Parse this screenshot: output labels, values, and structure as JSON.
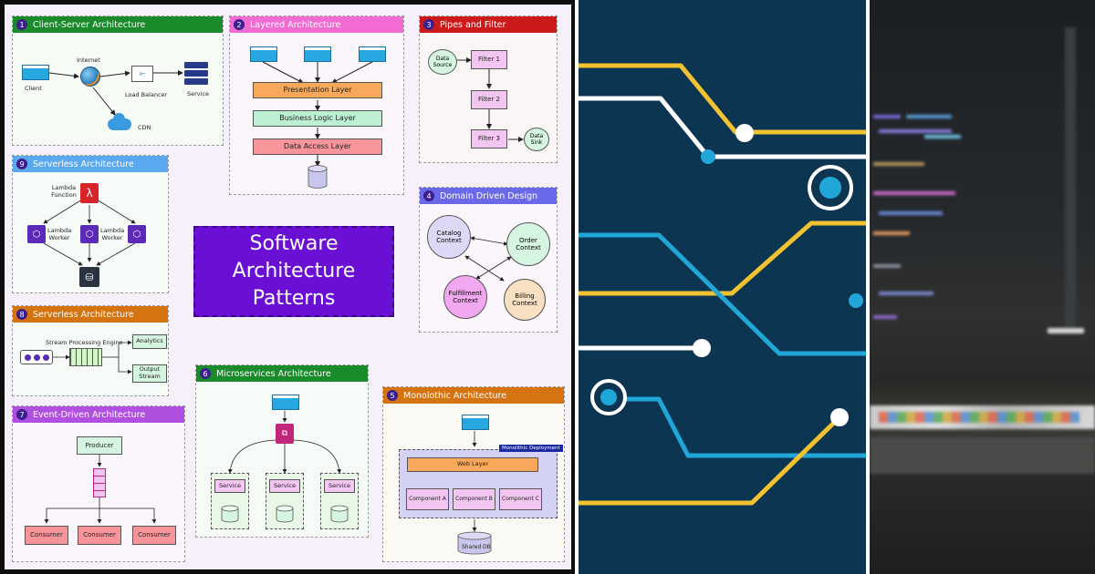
{
  "poster": {
    "title": "Software Architecture Patterns",
    "title_lines": [
      "Software",
      "Architecture",
      "Patterns"
    ],
    "cards": {
      "client_server": {
        "number": "1",
        "title": "Client-Server Architecture",
        "color": "#1a8a2a",
        "labels": {
          "internet": "Internet",
          "client": "Client",
          "load_balancer": "Load Balancer",
          "service": "Service",
          "cdn": "CDN"
        }
      },
      "layered": {
        "number": "2",
        "title": "Layered Architecture",
        "color": "#f26bd2",
        "layers": [
          "Presentation Layer",
          "Business Logic Layer",
          "Data Access Layer"
        ]
      },
      "pipes": {
        "number": "3",
        "title": "Pipes and Filter",
        "color": "#cc1a1a",
        "source": "Data Source",
        "filters": [
          "Filter 1",
          "Filter 2",
          "Filter 3"
        ],
        "sink": "Data Sink"
      },
      "ddd": {
        "number": "4",
        "title": "Domain Driven Design",
        "color": "#6a6ae8",
        "contexts": [
          "Catalog Context",
          "Order Context",
          "Fulfillment Context",
          "Billing Context"
        ]
      },
      "monolithic": {
        "number": "5",
        "title": "Monolothic Architecture",
        "color": "#d4730f",
        "deployment": "Monolithic Deployment",
        "web_layer": "Web Layer",
        "components": [
          "Component A",
          "Component B",
          "Component C"
        ],
        "db": "Shared DB"
      },
      "microservices": {
        "number": "6",
        "title": "Microservices Architecture",
        "color": "#1a8a2a",
        "services": [
          "Service",
          "Service",
          "Service"
        ]
      },
      "event_driven": {
        "number": "7",
        "title": "Event-Driven Architecture",
        "color": "#b04fe0",
        "producer": "Producer",
        "consumers": [
          "Consumer",
          "Consumer",
          "Consumer"
        ]
      },
      "serverless_stream": {
        "number": "8",
        "title": "Serverless Architecture",
        "color": "#d4730f",
        "engine": "Stream Processing Engine",
        "outputs": [
          "Analytics",
          "Output Stream"
        ]
      },
      "serverless_lambda": {
        "number": "9",
        "title": "Serverless Architecture",
        "color": "#5aa8f0",
        "function": "Lambda Function",
        "workers": [
          "Lambda Worker",
          "Lambda Worker"
        ]
      }
    }
  },
  "colors": {
    "title_bg": "#6a0fd4",
    "circuit_bg": "#0c3551",
    "circuit_yellow": "#f2c230",
    "circuit_blue": "#21a6d8",
    "circuit_white": "#ffffff"
  }
}
